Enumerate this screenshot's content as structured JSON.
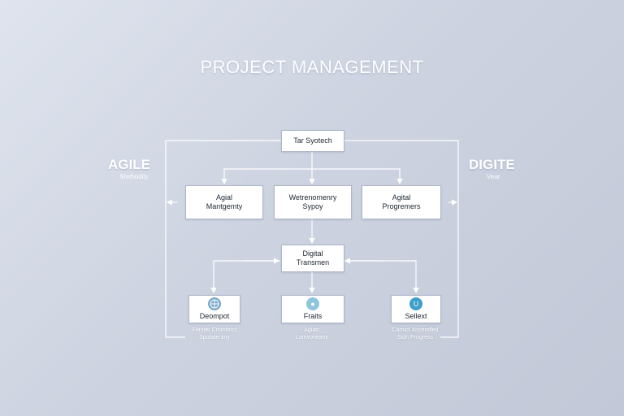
{
  "title": "PROJECT MANAGEMENT",
  "left": {
    "title": "AGILE",
    "subtitle": "Methodity"
  },
  "right": {
    "title": "DIGITE",
    "subtitle": "Vear"
  },
  "nodes": {
    "top": "Tar Syotech",
    "mid_left": [
      "Agial",
      "Mantgemty"
    ],
    "mid_center": [
      "Wetrenomenry",
      "Sypoy"
    ],
    "mid_right": [
      "Agital",
      "Progremers"
    ],
    "center": [
      "Digital",
      "Transmen"
    ],
    "bottom_left": {
      "label": "Deompot",
      "caption": [
        "Feniter Cromforct",
        "Spotaterany"
      ]
    },
    "bottom_center": {
      "label": "Fraits",
      "caption": [
        "Agiatc",
        "Lamvoneany"
      ]
    },
    "bottom_right": {
      "label": "Sellext",
      "caption": [
        "Cornict Xncemfled",
        "Sidn Progress"
      ]
    }
  },
  "icons": {
    "bottom_left": {
      "name": "network-globe-icon",
      "color": "#7aa8c8"
    },
    "bottom_center": {
      "name": "circle-badge-icon",
      "color": "#8fc5dc"
    },
    "bottom_right": {
      "name": "u-badge-icon",
      "color": "#3d9ecb"
    }
  },
  "colors": {
    "line": "#ffffff",
    "box_border": "#aeb6c8",
    "text": "#222a36"
  }
}
